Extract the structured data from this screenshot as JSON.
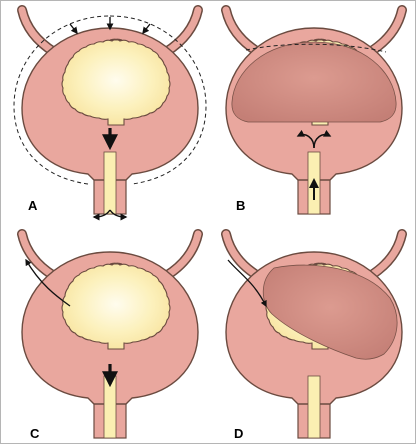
{
  "panels": [
    {
      "id": "A",
      "label": "A"
    },
    {
      "id": "B",
      "label": "B"
    },
    {
      "id": "C",
      "label": "C"
    },
    {
      "id": "D",
      "label": "D"
    }
  ],
  "colors": {
    "wall": "#e9a79e",
    "wall_outline": "#6b4b40",
    "urine": "#fbefb2",
    "urine_center": "#fffcee",
    "contracted": "#c9837a",
    "arrow": "#111111",
    "background": "#ffffff",
    "border": "#b5b5b5"
  }
}
